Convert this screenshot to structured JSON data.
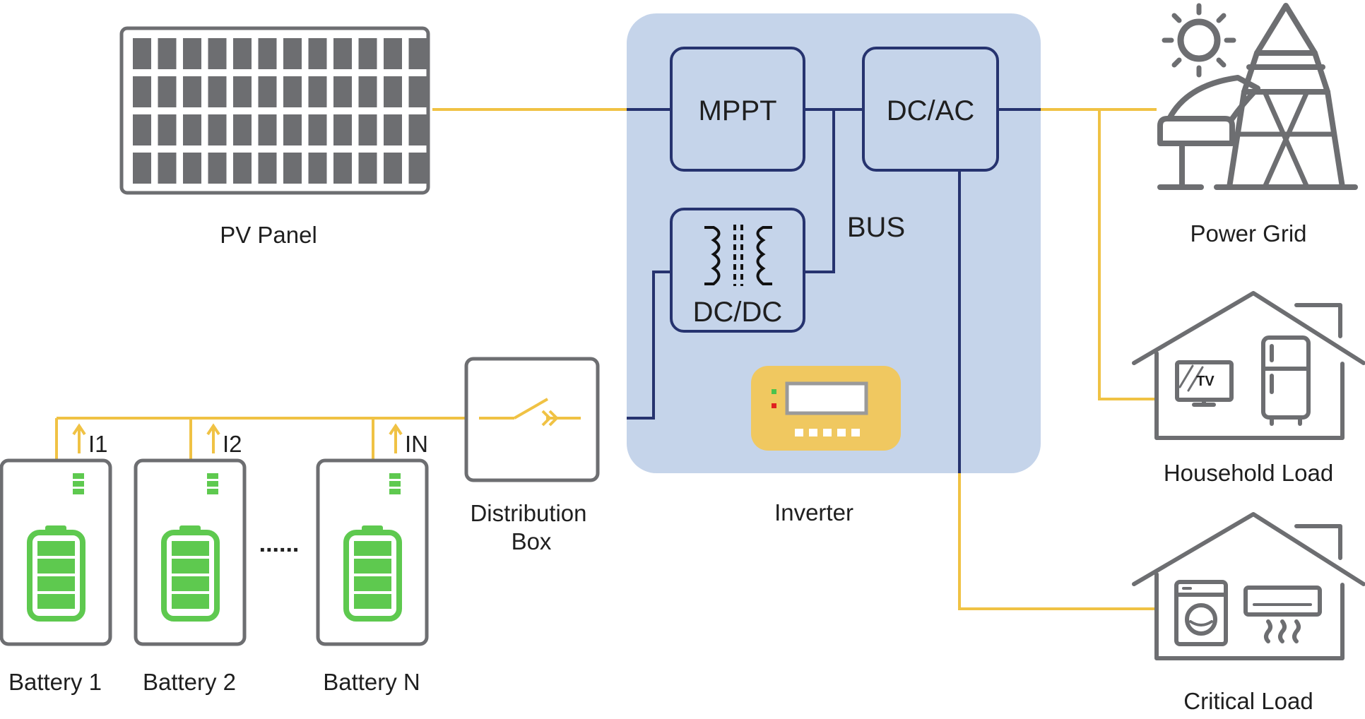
{
  "labels": {
    "pv_panel": "PV Panel",
    "inverter": "Inverter",
    "mppt": "MPPT",
    "dcac": "DC/AC",
    "dcdc": "DC/DC",
    "bus": "BUS",
    "power_grid": "Power Grid",
    "household_load": "Household Load",
    "critical_load": "Critical Load",
    "distribution_box_line1": "Distribution",
    "distribution_box_line2": "Box",
    "tv": "TV",
    "ellipsis": "......"
  },
  "batteries": [
    {
      "name": "Battery 1",
      "current": "I1"
    },
    {
      "name": "Battery 2",
      "current": "I2"
    },
    {
      "name": "Battery N",
      "current": "IN"
    }
  ],
  "colors": {
    "ac_line": "#f0c244",
    "dc_line": "#26336f",
    "inverter_bg": "#c5d4ea",
    "icon_gray": "#6d6e71",
    "battery_green": "#5ec94f",
    "display_body": "#f0c860",
    "led_green": "#4cc24c",
    "led_red": "#e02020"
  }
}
